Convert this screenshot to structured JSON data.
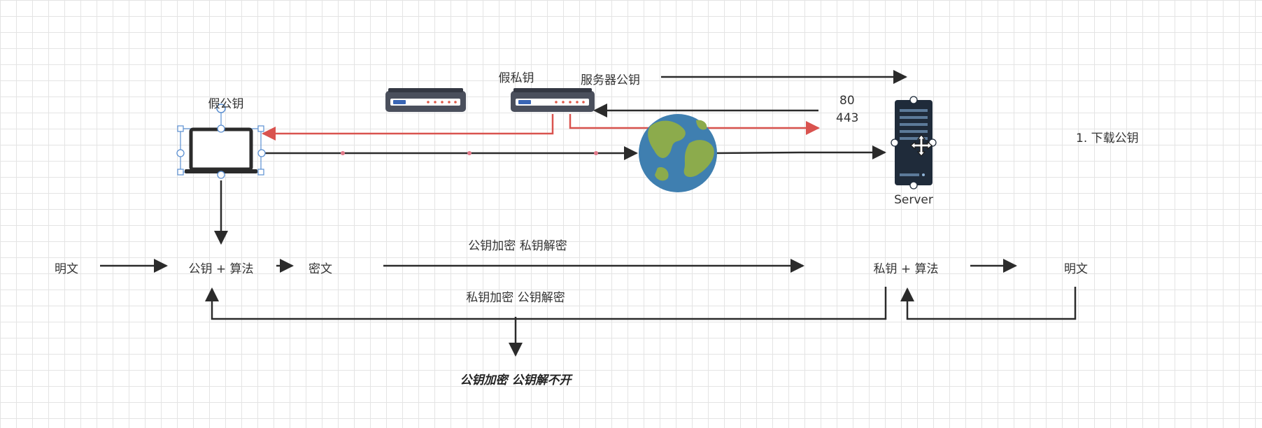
{
  "labels": {
    "fake_public_key": "假公钥",
    "fake_private_key": "假私钥",
    "server_public_key": "服务器公钥",
    "port_80": "80",
    "port_443": "443",
    "server": "Server",
    "step_download": "1. 下载公钥",
    "plaintext_left": "明文",
    "public_key_algo": "公钥 + 算法",
    "ciphertext": "密文",
    "pub_encrypt_priv_decrypt": "公钥加密  私钥解密",
    "private_key_algo": "私钥 + 算法",
    "plaintext_right": "明文",
    "priv_encrypt_pub_decrypt": "私钥加密 公钥解密",
    "pub_encrypt_pub_fail": "公钥加密 公钥解不开"
  },
  "colors": {
    "arrow": "#2b2b2b",
    "attack_arrow": "#d9534f",
    "selection_handle": "#5b8fd1",
    "router_body": "#4a4f5c",
    "router_light": "#e05a4a",
    "server_body": "#1f2b3a",
    "globe_ocean": "#3f7fb0",
    "globe_land": "#8cab4c"
  },
  "icons": [
    "laptop-icon",
    "router-icon",
    "fake-router-icon",
    "globe-icon",
    "server-icon",
    "move-cursor-icon"
  ]
}
